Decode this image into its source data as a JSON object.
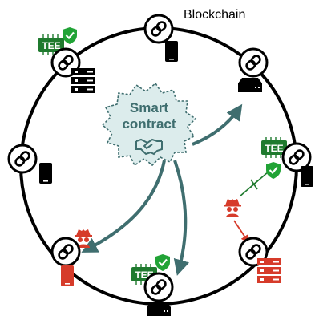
{
  "network": {
    "title": "Blockchain"
  },
  "contract": {
    "line1": "Smart",
    "line2": "contract"
  },
  "tee": {
    "label": "TEE"
  },
  "colors": {
    "ring": "#000000",
    "arrow": "#3f6e6f",
    "contract_fill": "#dcecec",
    "contract_stroke": "#3f6e6f",
    "contract_text": "#3f6e6f",
    "tee_fill": "#1f7a2e",
    "shield": "#21a336",
    "malicious": "#d63b2a",
    "device": "#000000"
  },
  "nodes": [
    {
      "id": "top-phone",
      "icons": [
        "link-icon",
        "phone-icon"
      ]
    },
    {
      "id": "upper-left-server",
      "icons": [
        "link-icon",
        "server-icon",
        "tee-chip-icon",
        "shield-check-icon"
      ]
    },
    {
      "id": "upper-right-router",
      "icons": [
        "link-icon",
        "router-icon"
      ]
    },
    {
      "id": "left-phone",
      "icons": [
        "link-icon",
        "phone-icon"
      ]
    },
    {
      "id": "right-phone",
      "icons": [
        "link-icon",
        "phone-icon",
        "tee-chip-icon",
        "shield-check-icon"
      ]
    },
    {
      "id": "lower-left-phone",
      "icons": [
        "link-icon",
        "phone-icon",
        "spy-icon"
      ]
    },
    {
      "id": "bottom-router",
      "icons": [
        "link-icon",
        "router-icon",
        "tee-chip-icon",
        "shield-check-icon"
      ]
    },
    {
      "id": "lower-right-server",
      "icons": [
        "link-icon",
        "server-icon",
        "spy-icon"
      ]
    }
  ]
}
